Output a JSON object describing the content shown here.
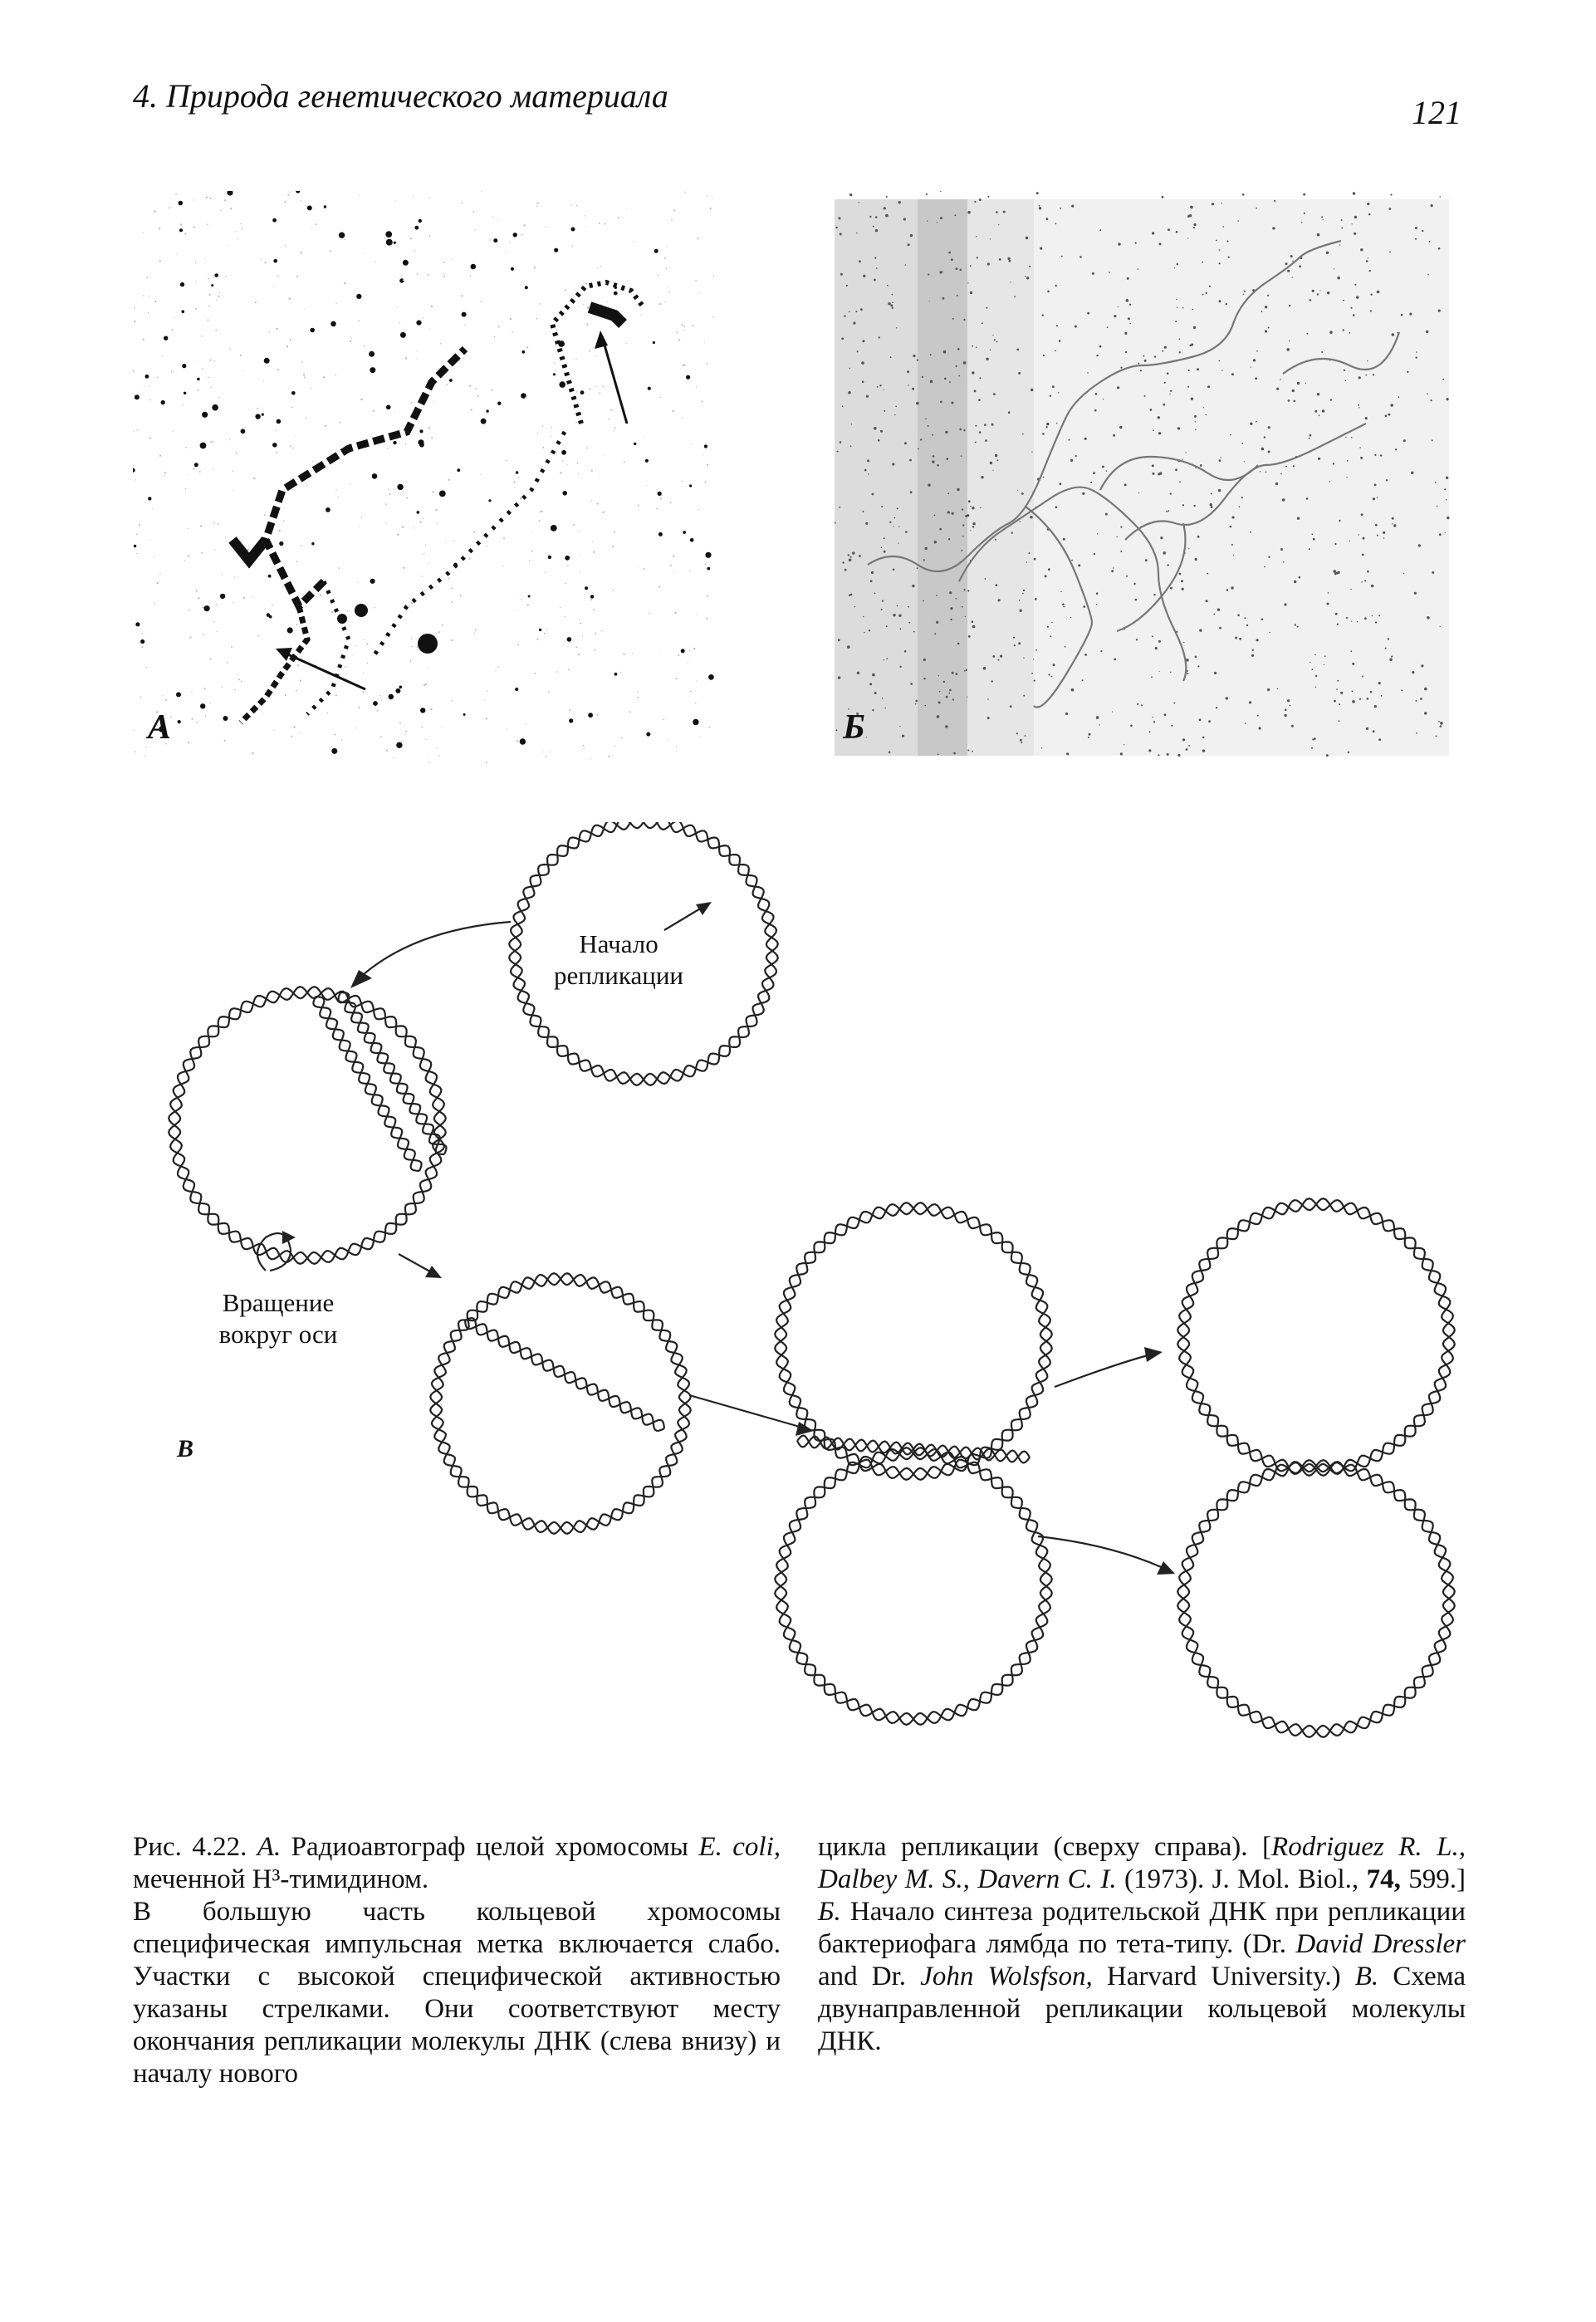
{
  "header": {
    "title": "4. Природа генетического материала",
    "page_number": "121"
  },
  "figure": {
    "panel_a_label": "А",
    "panel_b_label": "Б",
    "panel_v_label": "В",
    "label_origin_line1": "Начало",
    "label_origin_line2": "репликации",
    "label_rotation_line1": "Вращение",
    "label_rotation_line2": "вокруг оси"
  },
  "caption": {
    "left_p1": "Рис. 4.22. ",
    "left_p1_a": "А.",
    "left_p1_b": " Радиоавтограф целой хромосомы ",
    "left_p1_ecoli": "E. coli,",
    "left_p1_c": " меченной H³-тимидином.",
    "left_p2": "В большую часть кольцевой хромосомы специфическая импульсная метка включается слабо. Участки с высокой специфической активностью указаны стрелками. Они соответствуют месту окончания репликации молекулы ДНК (слева внизу) и началу нового",
    "right_p1": "цикла репликации (сверху справа). [",
    "right_auth1": "Rodriguez R. L., Dalbey M. S., Davern C. I.",
    "right_p2": " (1973). J. Mol. Biol., ",
    "right_vol": "74,",
    "right_p3": " 599.] ",
    "right_b": "Б.",
    "right_p4": " Начало синтеза родительской ДНК при репликации бактериофага лямбда по тета-типу. (Dr. ",
    "right_auth2": "David Dressler",
    "right_p5": " and Dr. ",
    "right_auth3": "John Wolsfson,",
    "right_p6": " Harvard University.) ",
    "right_v": "В.",
    "right_p7": " Схема двунаправленной репликации кольцевой молекулы ДНК."
  }
}
